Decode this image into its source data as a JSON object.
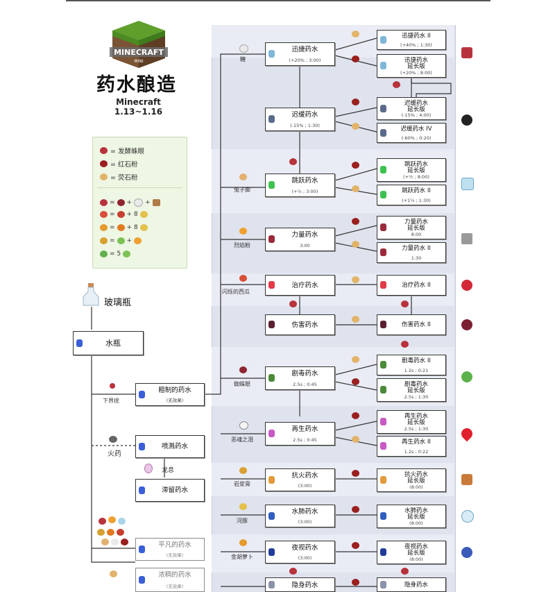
{
  "header": {
    "logo_text": "MINECRAFT",
    "logo_sub": "MINI",
    "title": "药水酿造",
    "subtitle": "Minecraft 1.13~1.16"
  },
  "legend": {
    "items": [
      {
        "icon": "fermented-spider-eye-icon",
        "label": "= 发酵蛛眼"
      },
      {
        "icon": "redstone-icon",
        "label": "= 红石粉"
      },
      {
        "icon": "glowstone-icon",
        "label": "= 荧石粉"
      }
    ],
    "recipes": [
      "+ 8",
      "+ 8",
      "= 5"
    ]
  },
  "left": {
    "glass_bottle": "玻璃瓶",
    "water_bottle": "水瓶",
    "nether_wart": "下界疣",
    "awkward": {
      "title": "粗制的药水",
      "sub": "(无效果)"
    },
    "gunpowder": "火药",
    "splash": {
      "title": "喷溅药水"
    },
    "dragon_breath": "龙息",
    "lingering": {
      "title": "滞留药水"
    },
    "mundane": {
      "title": "平凡的药水",
      "sub": "(无效果)"
    },
    "thick": {
      "title": "浓稠的药水",
      "sub": "(无效果)"
    }
  },
  "ingredients": {
    "sugar": "糖",
    "rabbit_foot": "兔子脚",
    "blaze_powder": "烈焰粉",
    "melon": "闪烁的西瓜",
    "spider_eye": "蜘蛛眼",
    "ghast_tear": "恶魂之泪",
    "magma_cream": "岩浆膏",
    "pufferfish": "河豚",
    "golden_carrot": "金胡萝卜"
  },
  "potions": {
    "swiftness": {
      "title": "迅捷药水",
      "sub": "(+20% ; 3:00)"
    },
    "swiftness2": {
      "title": "迅捷药水 II",
      "sub": "(+40% ; 1:30)"
    },
    "swiftness_ext": {
      "title": "迅捷药水",
      "title2": "延长版",
      "sub": "(+20% ; 8:00)"
    },
    "slowness": {
      "title": "迟缓药水",
      "sub": "(-15% ; 1:30)"
    },
    "slowness_ext": {
      "title": "迟缓药水",
      "title2": "延长版",
      "sub": "(-15% ; 4:00)"
    },
    "slowness4": {
      "title": "迟缓药水 IV",
      "sub": "(-60% ; 0:20)"
    },
    "leaping": {
      "title": "跳跃药水",
      "sub": "(+½ ; 3:00)"
    },
    "leaping_ext": {
      "title": "跳跃药水",
      "title2": "延长版",
      "sub": "(+½ ; 8:00)"
    },
    "leaping2": {
      "title": "跳跃药水 II",
      "sub": "(+1¼ ; 1:30)"
    },
    "strength": {
      "title": "力量药水",
      "sub": "3:00"
    },
    "strength_ext": {
      "title": "力量药水",
      "title2": "延长版",
      "sub": "8:00"
    },
    "strength2": {
      "title": "力量药水 II",
      "sub": "1:30"
    },
    "healing": {
      "title": "治疗药水"
    },
    "healing2": {
      "title": "治疗药水 II"
    },
    "harming": {
      "title": "伤害药水"
    },
    "harming2": {
      "title": "伤害药水 II"
    },
    "poison": {
      "title": "剧毒药水",
      "sub": "2.5s ; 0:45"
    },
    "poison2": {
      "title": "剧毒药水 II",
      "sub": "1.2s ; 0:21"
    },
    "poison_ext": {
      "title": "剧毒药水",
      "title2": "延长版",
      "sub": "2.5s ; 1:30"
    },
    "regen": {
      "title": "再生药水",
      "sub": "2.5s ; 0:45"
    },
    "regen_ext": {
      "title": "再生药水",
      "title2": "延长版",
      "sub": "2.5s ; 1:30"
    },
    "regen2": {
      "title": "再生药水 II",
      "sub": "1.2s ; 0:22"
    },
    "fire_res": {
      "title": "抗火药水",
      "sub": "(3:00)"
    },
    "fire_res_ext": {
      "title": "抗火药水",
      "title2": "延长版",
      "sub": "(8:00)"
    },
    "water_breath": {
      "title": "水肺药水",
      "sub": "(3:00)"
    },
    "water_breath_ext": {
      "title": "水肺药水",
      "title2": "延长版",
      "sub": "(8:00)"
    },
    "night_vision": {
      "title": "夜视药水",
      "sub": "(3:00)"
    },
    "night_vision_ext": {
      "title": "夜视药水",
      "title2": "延长版",
      "sub": "(8:00)"
    },
    "invisibility": {
      "title": "隐身药水"
    },
    "invisibility_ext": {
      "title": "隐身药水"
    }
  },
  "colors": {
    "fermented": "#b8323c",
    "redstone": "#9a1f1f",
    "glowstone": "#e2b46a",
    "panel": "#dfe3ee",
    "legend_bg": "#eef6e4"
  }
}
